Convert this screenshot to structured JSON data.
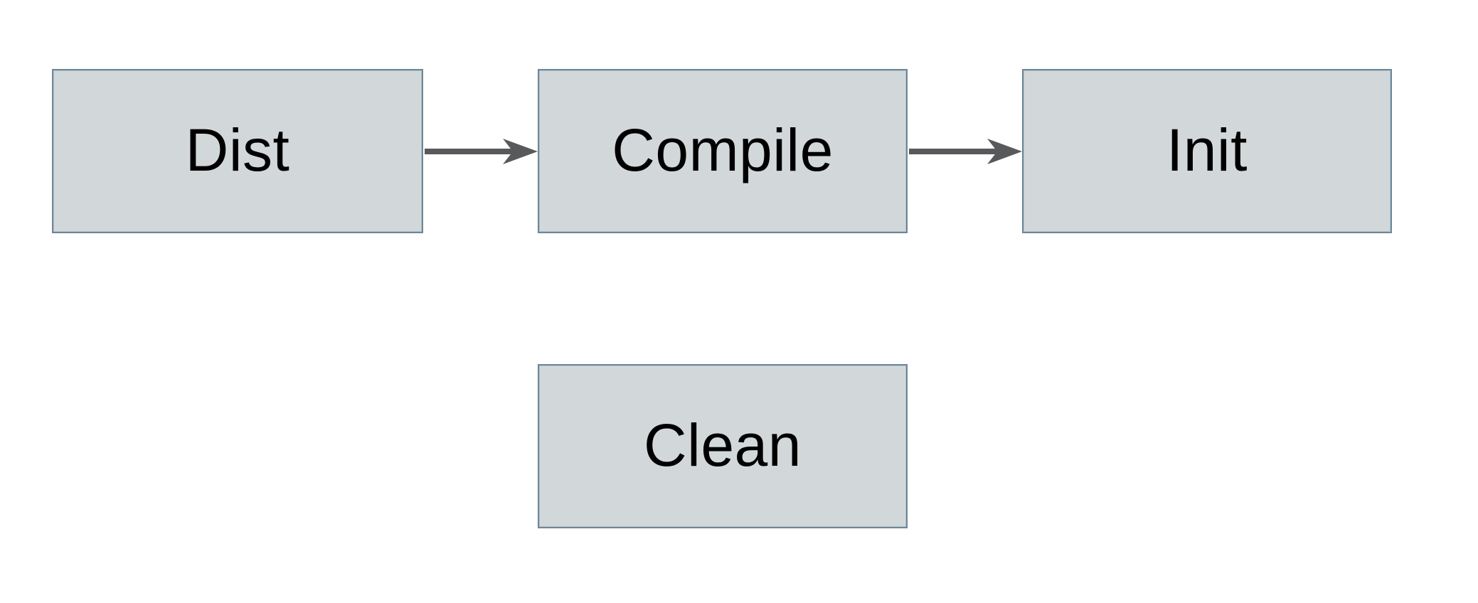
{
  "diagram": {
    "title": "build-targets-flow",
    "colors": {
      "background": "#ffffff",
      "node_fill": "#d2d8da",
      "node_border": "#6e8798",
      "arrow": "#58595b",
      "text": "#000000"
    },
    "nodes": [
      {
        "id": "dist",
        "label": "Dist"
      },
      {
        "id": "compile",
        "label": "Compile"
      },
      {
        "id": "init",
        "label": "Init"
      },
      {
        "id": "clean",
        "label": "Clean"
      }
    ],
    "edges": [
      {
        "from": "dist",
        "to": "compile",
        "name": "arrow-dist-to-compile"
      },
      {
        "from": "compile",
        "to": "init",
        "name": "arrow-compile-to-init"
      }
    ]
  }
}
